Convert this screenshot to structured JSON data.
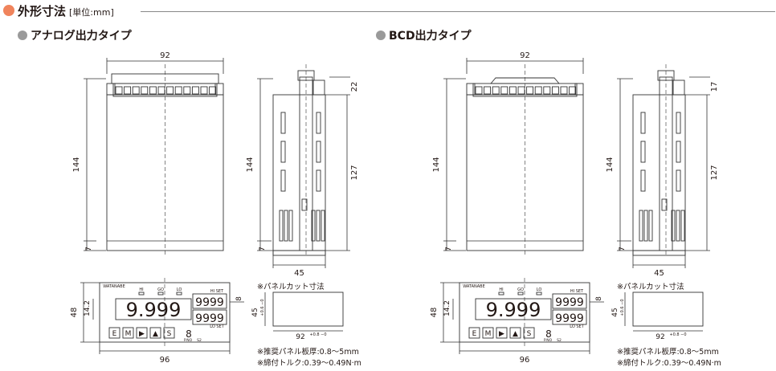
{
  "header": {
    "title": "外形寸法",
    "unit": "[単位:mm]"
  },
  "sections": [
    {
      "title": "アナログ出力タイプ",
      "terminal_height": "22"
    },
    {
      "title": "BCD出力タイプ",
      "terminal_height": "17"
    }
  ],
  "dims": {
    "width": "92",
    "height": "144",
    "bottom_gap": "7",
    "side_depth": "127",
    "side_width": "45",
    "panel_width": "96",
    "panel_height": "48",
    "display_height": "14.2",
    "display_gap": "8",
    "cutout_height": "45",
    "cutout_height_tol": "+0.6 −0",
    "cutout_width": "92",
    "cutout_width_tol": "+0.8 −0"
  },
  "panel": {
    "brand": "WATANABE",
    "display_main": "9.999",
    "display_hi": "9999",
    "display_lo": "9999",
    "hi_set": "HI SET",
    "lo_set": "LO SET",
    "pno": "P.NO",
    "s2": "S2",
    "indicators": [
      "HI",
      "GO",
      "LO"
    ],
    "buttons": [
      "E",
      "M",
      "▶",
      "▲",
      "S"
    ]
  },
  "notes": {
    "cutout_title": "※パネルカット寸法",
    "panel_thickness": "※推奨パネル板厚:0.8～5mm",
    "torque": "※締付トルク:0.39～0.49N·m"
  }
}
